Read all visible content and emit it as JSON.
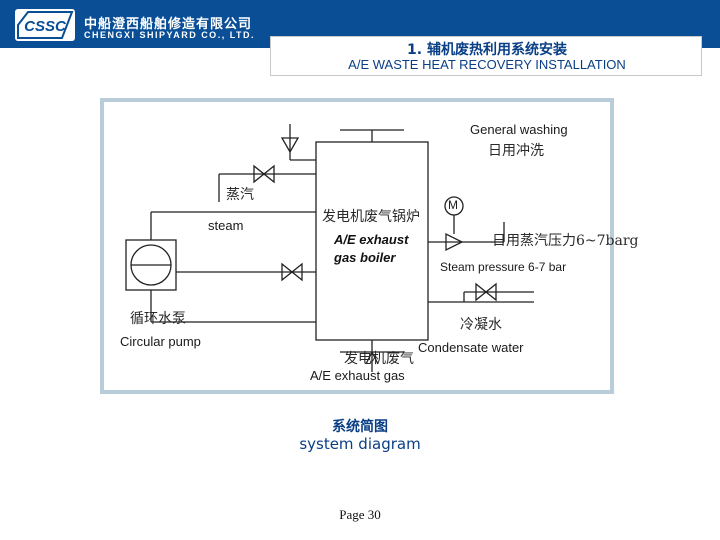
{
  "header": {
    "logo_text": "CSSC",
    "company_cn": "中船澄西船舶修造有限公司",
    "company_en": "CHENGXI SHIPYARD CO., LTD.",
    "title_cn": "1. 辅机废热利用系统安装",
    "title_en": "A/E WASTE HEAT RECOVERY INSTALLATION"
  },
  "diagram": {
    "general_washing": "General washing",
    "general_washing_cn": "日用冲洗",
    "steam": "steam",
    "steam_cn": "蒸汽",
    "boiler_cn": "发电机废气锅炉",
    "boiler_en_line1": "A/E exhaust",
    "boiler_en_line2": "gas boiler",
    "motor_symbol": "M",
    "steam_pressure": "Steam pressure 6-7 bar",
    "steam_pressure_cn": "日用蒸汽压力6~7barg",
    "pump_cn": "循环水泵",
    "circular_pump": "Circular pump",
    "condensate_cn": "冷凝水",
    "condensate_water": "Condensate water",
    "exhaust_cn": "发电机废气",
    "exhaust_gas": "A/E exhaust gas"
  },
  "footer": {
    "system_diagram_cn": "系统简图",
    "system_diagram_en": "system diagram",
    "page_label": "Page 30"
  },
  "colors": {
    "brand_blue": "#0a4f96",
    "title_blue": "#0a3f86",
    "frame": "#b8ccd9"
  }
}
